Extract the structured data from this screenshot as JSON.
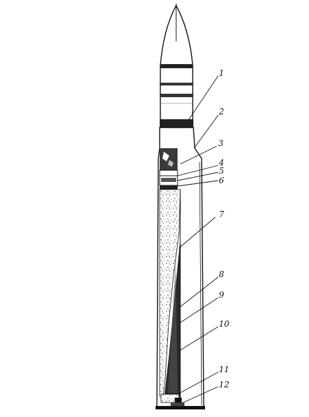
{
  "diagram": {
    "callouts": [
      {
        "id": "1",
        "label": "1"
      },
      {
        "id": "2",
        "label": "2"
      },
      {
        "id": "3",
        "label": "3"
      },
      {
        "id": "4",
        "label": "4"
      },
      {
        "id": "5",
        "label": "5"
      },
      {
        "id": "6",
        "label": "6"
      },
      {
        "id": "7",
        "label": "7"
      },
      {
        "id": "8",
        "label": "8"
      },
      {
        "id": "9",
        "label": "9"
      },
      {
        "id": "10",
        "label": "10"
      },
      {
        "id": "11",
        "label": "11"
      },
      {
        "id": "12",
        "label": "12"
      }
    ],
    "colors": {
      "ink": "#111111",
      "paper": "#ffffff",
      "shade": "#2a2a2a"
    }
  }
}
